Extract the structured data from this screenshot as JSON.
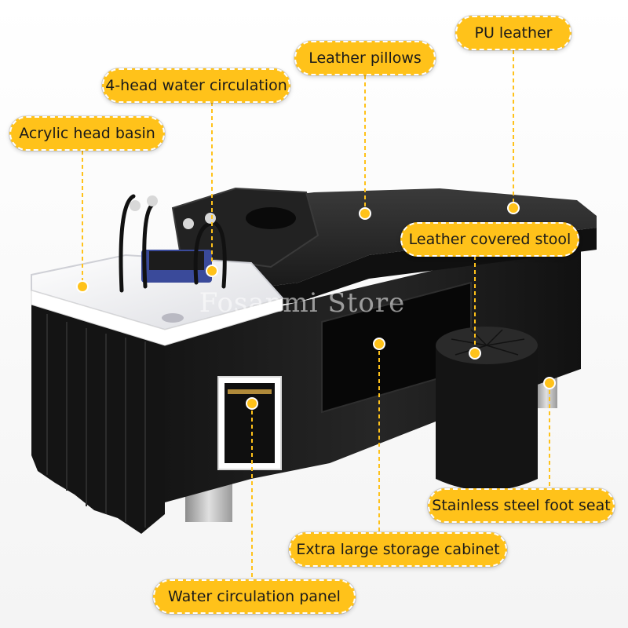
{
  "watermark": "Fosanmi Store",
  "callouts": {
    "pu_leather": "PU leather",
    "leather_pillows": "Leather pillows",
    "water_circulation_4head": "4-head water circulation",
    "acrylic_head_basin": "Acrylic head basin",
    "leather_covered_stool": "Leather covered stool",
    "stainless_steel_foot_seat": "Stainless steel foot seat",
    "extra_large_storage_cabinet": "Extra large storage cabinet",
    "water_circulation_panel": "Water circulation panel"
  },
  "colors": {
    "callout_fill": "#ffc21a",
    "callout_border": "#ffffff",
    "bed_body": "#1c1c1c",
    "basin": "#ffffff",
    "steel": "#b8b8b8"
  }
}
